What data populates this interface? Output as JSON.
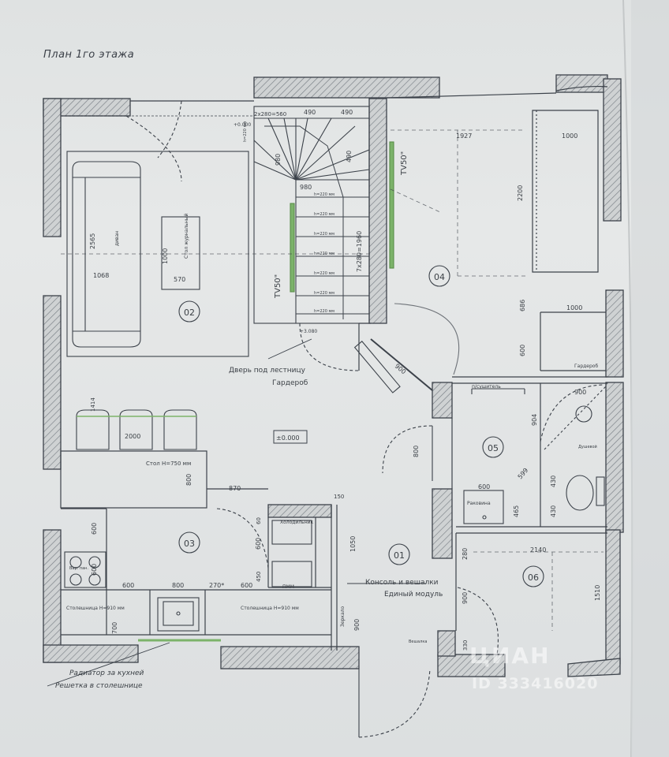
{
  "plan": {
    "title": "План 1го этажа",
    "level_label": "±0.000",
    "stair_level": "+3.080",
    "stair_top_level": "+0.000"
  },
  "rooms": [
    {
      "id": "01",
      "label": "01"
    },
    {
      "id": "02",
      "label": "02"
    },
    {
      "id": "03",
      "label": "03"
    },
    {
      "id": "04",
      "label": "04"
    },
    {
      "id": "05",
      "label": "05"
    },
    {
      "id": "06",
      "label": "06"
    }
  ],
  "annotations": {
    "tv_left": "TV50\"",
    "tv_right": "TV50\"",
    "door_under_stairs_1": "Дверь под лестницу",
    "door_under_stairs_2": "Гардероб",
    "console_1": "Консоль и вешалки",
    "console_2": "Единый модуль",
    "radiator_1": "Радиатор за кухней",
    "radiator_2": "Решетка в столешнице",
    "table": "Стол H=750 мм",
    "countertop_1": "Столешница H=910 мм",
    "countertop_2": "Столешница H=910 мм",
    "fridge": "Холодильник",
    "dishwasher": "ПММ",
    "sink_bath": "Раковина",
    "dryer": "п/сушитель",
    "shower": "Душевой",
    "mirror": "Зеркало",
    "stove": "Вар. пан.",
    "sofa": "диван",
    "coffee_table": "Стол журнальный",
    "hamper": "Вешалка",
    "bed_tag": "Гардероб"
  },
  "dimensions": {
    "stair_top": "2x280=560",
    "d490a": "490",
    "d490b": "490",
    "d490c": "490",
    "d980a": "980",
    "d980b": "980",
    "d7x280": "7x280=1960",
    "h220_top": "h=220 мм",
    "h220_list": [
      "h=220 мм",
      "h=220 мм",
      "h=220 мм",
      "h=220 мм",
      "h=220 мм",
      "h=220 мм",
      "h=220 мм"
    ],
    "d2565": "2565",
    "d1068": "1068",
    "d1000": "1000",
    "d570": "570",
    "d1927": "1927",
    "d1000_bed": "1000",
    "d2200": "2200",
    "d686": "686",
    "d1000_w": "1000",
    "d600_w": "600",
    "d900_door": "900",
    "d1414": "1414",
    "d2000": "2000",
    "d800_table": "800",
    "d870": "870",
    "d150": "150",
    "d1050": "1050",
    "d600_k1": "600",
    "d600_k2": "600",
    "d600_f1": "600",
    "d60": "60",
    "d450": "450",
    "d600_row": "600",
    "d800_row": "800",
    "d270": "270*",
    "d600_row2": "600",
    "d700": "700",
    "d800_door": "800",
    "d900_bath": "900",
    "d904": "904",
    "d600_sink": "600",
    "d599": "599",
    "d465": "465",
    "d430a": "430",
    "d430b": "430",
    "d2140": "2140",
    "d280": "280",
    "d900_hall": "900",
    "d1510": "1510",
    "d330": "330",
    "d900_mir": "900"
  },
  "watermark": {
    "brand": "ЦИАН",
    "id": "ID 333416020"
  },
  "colors": {
    "paper": "#e4e6e6",
    "line": "#3c424a",
    "wall_hatch": "#9aa0a6",
    "green": "#6aa84f"
  }
}
